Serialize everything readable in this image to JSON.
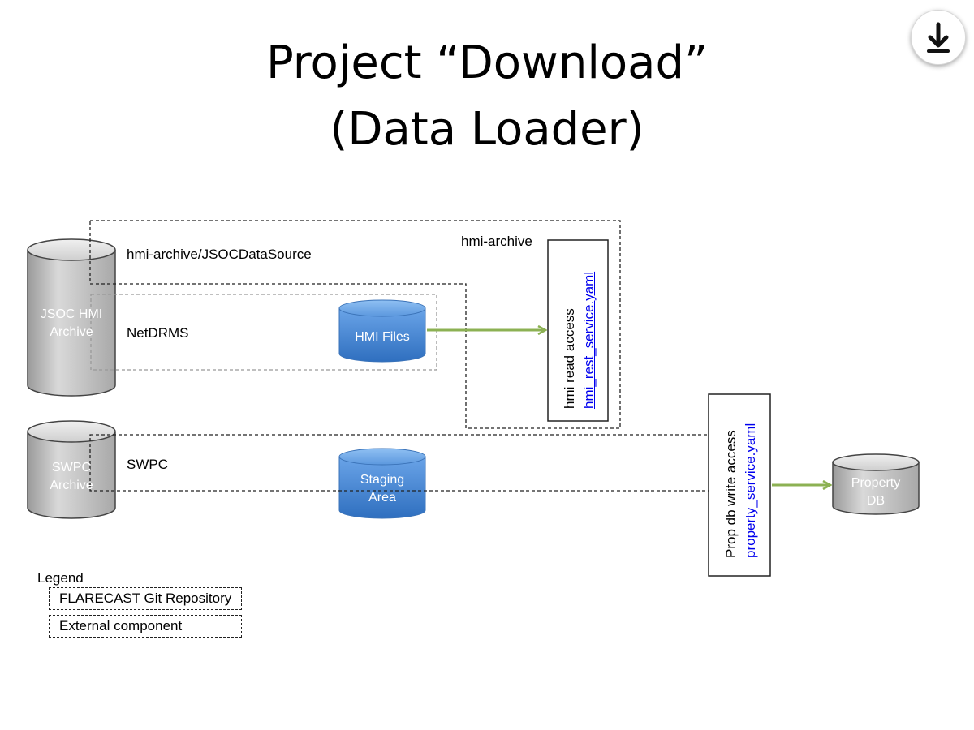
{
  "slide": {
    "title_line1": "Project “Download”",
    "title_line2": "(Data Loader)"
  },
  "toolbar": {
    "download_icon": "download-arrow-icon"
  },
  "diagram": {
    "cylinders": {
      "jsoc": {
        "line1": "JSOC HMI",
        "line2": "Archive",
        "color": "#bdbdbd"
      },
      "swpc": {
        "line1": "SWPC",
        "line2": "Archive",
        "color": "#bdbdbd"
      },
      "hmi_files": {
        "label": "HMI Files",
        "color": "#4a86d0"
      },
      "staging": {
        "line1": "Staging",
        "line2": "Area",
        "color": "#4a86d0"
      },
      "property_db": {
        "line1": "Property",
        "line2": "DB",
        "color": "#bdbdbd"
      }
    },
    "labels": {
      "jsoc_source": "hmi-archive/JSOCDataSource",
      "netdrms": "NetDRMS",
      "hmi_archive": "hmi-archive",
      "swpc": "SWPC"
    },
    "services": {
      "hmi": {
        "title": "hmi read access",
        "link": "hmi_rest_service.yaml"
      },
      "prop": {
        "title": "Prop db write access",
        "link": "property_service.yaml"
      }
    },
    "arrow_color": "#8cb153"
  },
  "legend": {
    "title": "Legend",
    "items": [
      "FLARECAST Git Repository",
      "External component"
    ]
  }
}
